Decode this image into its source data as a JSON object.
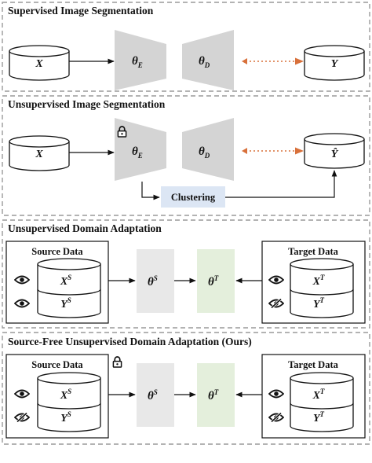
{
  "sections": [
    {
      "title": "Supervised Image Segmentation"
    },
    {
      "title": "Unsupervised Image Segmentation"
    },
    {
      "title": "Unsupervised Domain Adaptation"
    },
    {
      "title": "Source-Free Unsupervised Domain Adaptation (Ours)"
    }
  ],
  "labels": {
    "x": "X",
    "y": "Y",
    "y_hat": "Ŷ",
    "theta": "θ",
    "enc_sub": "E",
    "dec_sub": "D",
    "sup_s": "S",
    "sup_t": "T",
    "clustering": "Clustering",
    "source_data": "Source Data",
    "target_data": "Target Data"
  },
  "colors": {
    "trapezoid": "#d4d4d4",
    "model_s": "#e8e8e8",
    "model_t": "#e4efdc",
    "clustering_fill": "#dce6f4",
    "dotted_arrow": "#d8703a",
    "dash_border": "#9a9a9a"
  },
  "icons": [
    "eye-icon",
    "eye-slash-icon",
    "lock-icon"
  ]
}
